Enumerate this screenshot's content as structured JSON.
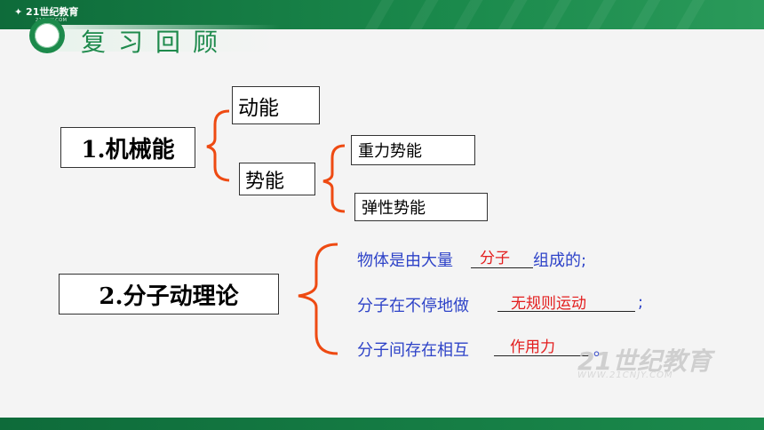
{
  "header": {
    "logo_text": "21世纪教育",
    "logo_sub": "21CNJY.COM",
    "review_title": "复习回顾"
  },
  "mechanical": {
    "label": "1.机械能",
    "kinetic": "动能",
    "potential": "势能",
    "gravity_potential": "重力势能",
    "elastic_potential": "弹性势能"
  },
  "molecular": {
    "label": "2.分子动理论",
    "line1_prefix": "物体是由大量",
    "line1_answer": "分子",
    "line1_suffix": "组成的;",
    "line2_prefix": "分子在不停地做",
    "line2_answer": "无规则运动",
    "line2_suffix": ";",
    "line3_prefix": "分子间存在相互",
    "line3_answer": "作用力",
    "line3_suffix": "。"
  },
  "watermark": {
    "main": "21世纪教育",
    "sub": "WWW.21CNJY.COM"
  },
  "colors": {
    "bracket": "#ee4a12",
    "blue_text": "#2e43c8",
    "answer_red": "#e31e1e",
    "header_green": "#1b8a4c"
  }
}
